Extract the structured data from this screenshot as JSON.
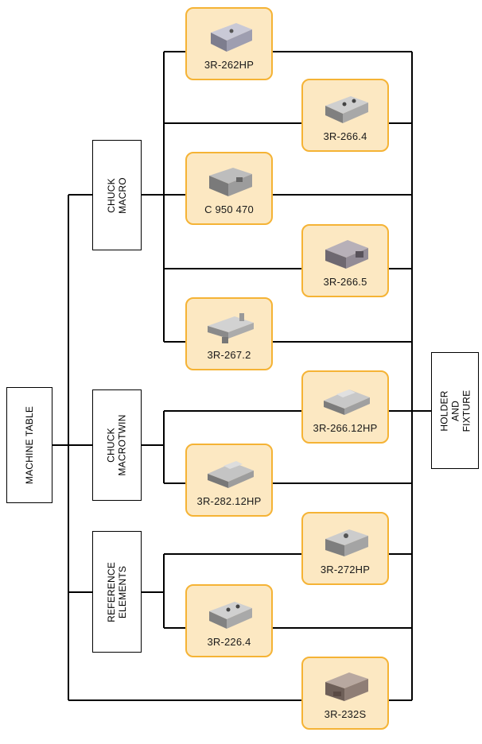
{
  "boxes": {
    "machine_table": "MACHINE TABLE",
    "chuck_macro": [
      "CHUCK",
      "MACRO"
    ],
    "chuck_macrotwin": [
      "CHUCK",
      "MACROTWIN"
    ],
    "reference_elements": [
      "REFERENCE",
      "ELEMENTS"
    ],
    "holder_fixture": [
      "HOLDER",
      "AND",
      "FIXTURE"
    ]
  },
  "products": [
    {
      "label": "3R-262HP",
      "icon": "pallet-holder-icon"
    },
    {
      "label": "3R-266.4",
      "icon": "pallet-holder-icon"
    },
    {
      "label": "C 950 470",
      "icon": "pallet-holder-icon"
    },
    {
      "label": "3R-266.5",
      "icon": "pallet-holder-icon"
    },
    {
      "label": "3R-267.2",
      "icon": "pallet-holder-icon"
    },
    {
      "label": "3R-266.12HP",
      "icon": "pallet-holder-icon"
    },
    {
      "label": "3R-282.12HP",
      "icon": "pallet-holder-icon"
    },
    {
      "label": "3R-272HP",
      "icon": "pallet-holder-icon"
    },
    {
      "label": "3R-226.4",
      "icon": "pallet-holder-icon"
    },
    {
      "label": "3R-232S",
      "icon": "pallet-holder-icon"
    }
  ],
  "colors": {
    "card_fill": "#fce8c2",
    "card_border": "#f5b335",
    "line": "#000000"
  }
}
